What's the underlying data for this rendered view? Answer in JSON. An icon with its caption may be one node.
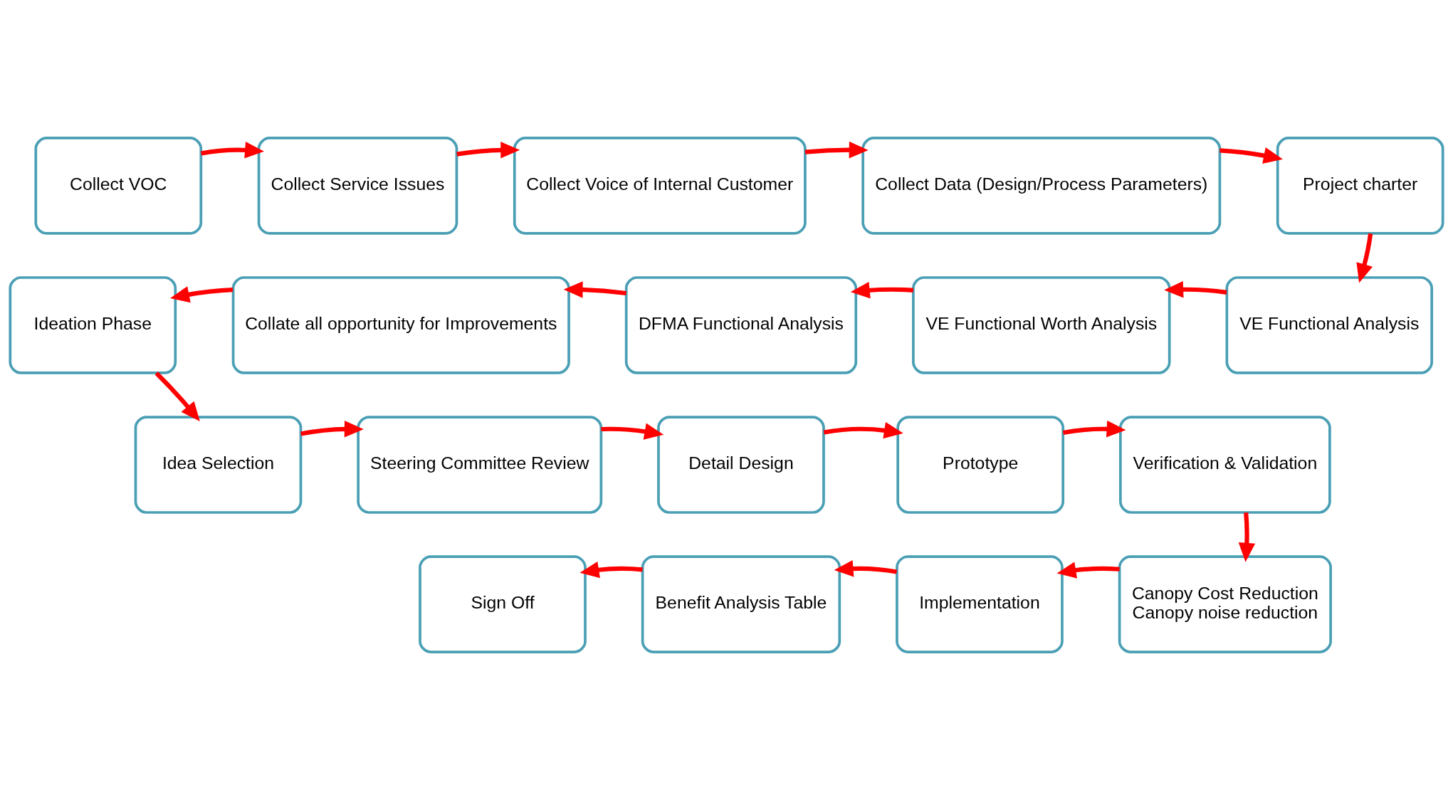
{
  "diagram": {
    "nodes": [
      {
        "text": [
          "Collect VOC"
        ]
      },
      {
        "text": [
          "Collect Service Issues"
        ]
      },
      {
        "text": [
          "Collect Voice of Internal Customer"
        ]
      },
      {
        "text": [
          "Collect Data (Design/Process Parameters)"
        ]
      },
      {
        "text": [
          "Project charter"
        ]
      },
      {
        "text": [
          "Ideation Phase"
        ]
      },
      {
        "text": [
          "Collate all opportunity for Improvements"
        ]
      },
      {
        "text": [
          "DFMA Functional Analysis"
        ]
      },
      {
        "text": [
          "VE Functional Worth Analysis"
        ]
      },
      {
        "text": [
          "VE Functional Analysis"
        ]
      },
      {
        "text": [
          "Idea Selection"
        ]
      },
      {
        "text": [
          "Steering Committee Review"
        ]
      },
      {
        "text": [
          "Detail Design"
        ]
      },
      {
        "text": [
          "Prototype"
        ]
      },
      {
        "text": [
          "Verification & Validation"
        ]
      },
      {
        "text": [
          "Sign Off"
        ]
      },
      {
        "text": [
          "Benefit Analysis Table"
        ]
      },
      {
        "text": [
          "Implementation"
        ]
      },
      {
        "text": [
          "Canopy Cost Reduction",
          "Canopy noise reduction"
        ]
      }
    ],
    "edges": [
      {
        "from": 0,
        "to": 1,
        "arrow": "to"
      },
      {
        "from": 1,
        "to": 2,
        "arrow": "to"
      },
      {
        "from": 2,
        "to": 3,
        "arrow": "to"
      },
      {
        "from": 3,
        "to": 4,
        "arrow": "to"
      },
      {
        "from": 4,
        "to": 9,
        "arrow": "to"
      },
      {
        "from": 9,
        "to": 8,
        "arrow": "to"
      },
      {
        "from": 8,
        "to": 7,
        "arrow": "to"
      },
      {
        "from": 7,
        "to": 6,
        "arrow": "to"
      },
      {
        "from": 6,
        "to": 5,
        "arrow": "to"
      },
      {
        "from": 5,
        "to": 10,
        "arrow": "to"
      },
      {
        "from": 10,
        "to": 11,
        "arrow": "to"
      },
      {
        "from": 11,
        "to": 12,
        "arrow": "to"
      },
      {
        "from": 12,
        "to": 13,
        "arrow": "to"
      },
      {
        "from": 13,
        "to": 14,
        "arrow": "to"
      },
      {
        "from": 14,
        "to": 18,
        "arrow": "to"
      },
      {
        "from": 18,
        "to": 17,
        "arrow": "to"
      },
      {
        "from": 17,
        "to": 16,
        "arrow": "to"
      },
      {
        "from": 16,
        "to": 15,
        "arrow": "to"
      }
    ]
  }
}
